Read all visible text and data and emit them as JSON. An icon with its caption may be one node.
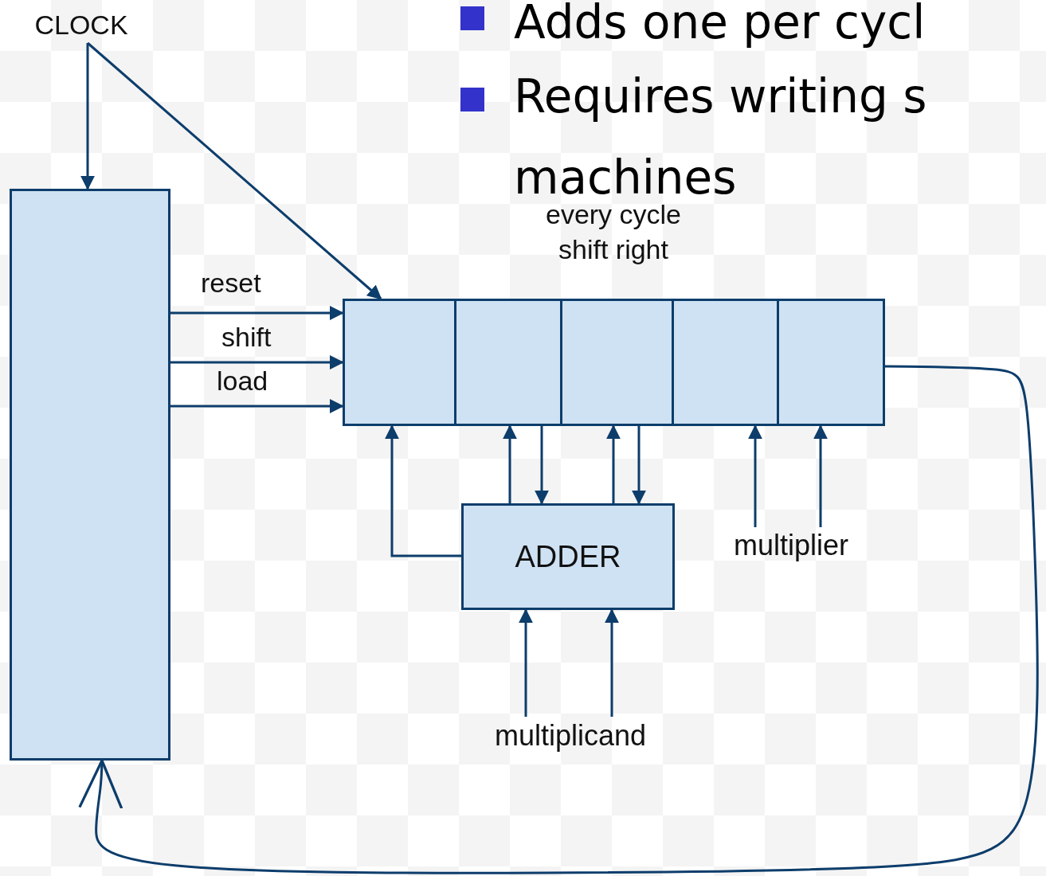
{
  "diagram": {
    "nodes": [
      {
        "text": [
          "CLOCK"
        ]
      },
      {
        "text": [],
        "shape": "box"
      },
      {
        "text": [],
        "shape": "box"
      },
      {
        "text": [],
        "shape": "box"
      },
      {
        "text": [],
        "shape": "box"
      },
      {
        "text": [],
        "shape": "box"
      },
      {
        "text": [],
        "shape": "box"
      },
      {
        "text": [
          "ADDER"
        ]
      },
      {
        "text": [
          "multiplier"
        ]
      },
      {
        "text": [
          "multiplicand"
        ]
      }
    ],
    "edges": [
      {
        "from": 0,
        "to": 1,
        "arrow": "to"
      },
      {
        "from": 0,
        "to": 2,
        "arrow": "to"
      },
      {
        "from": 1,
        "to": 2,
        "arrow": "to",
        "label": "reset"
      },
      {
        "from": 1,
        "to": 2,
        "arrow": "to",
        "label": "shift"
      },
      {
        "from": 1,
        "to": 2,
        "arrow": "to",
        "label": "load"
      },
      {
        "from": 7,
        "to": 2,
        "arrow": "to"
      },
      {
        "from": 7,
        "to": 3,
        "arrow": "to"
      },
      {
        "from": 3,
        "to": 7,
        "arrow": "to"
      },
      {
        "from": 7,
        "to": 4,
        "arrow": "to"
      },
      {
        "from": 4,
        "to": 7,
        "arrow": "to"
      },
      {
        "from": 8,
        "to": 5,
        "arrow": "to"
      },
      {
        "from": 8,
        "to": 6,
        "arrow": "to"
      },
      {
        "from": 9,
        "to": 7,
        "arrow": "to"
      },
      {
        "from": 9,
        "to": 7,
        "arrow": "to"
      },
      {
        "from": 6,
        "to": 1,
        "arrow": "to"
      }
    ],
    "labels": [
      "Adds one per cycl",
      "Requires writing s machines",
      "every cycle shift right"
    ]
  }
}
